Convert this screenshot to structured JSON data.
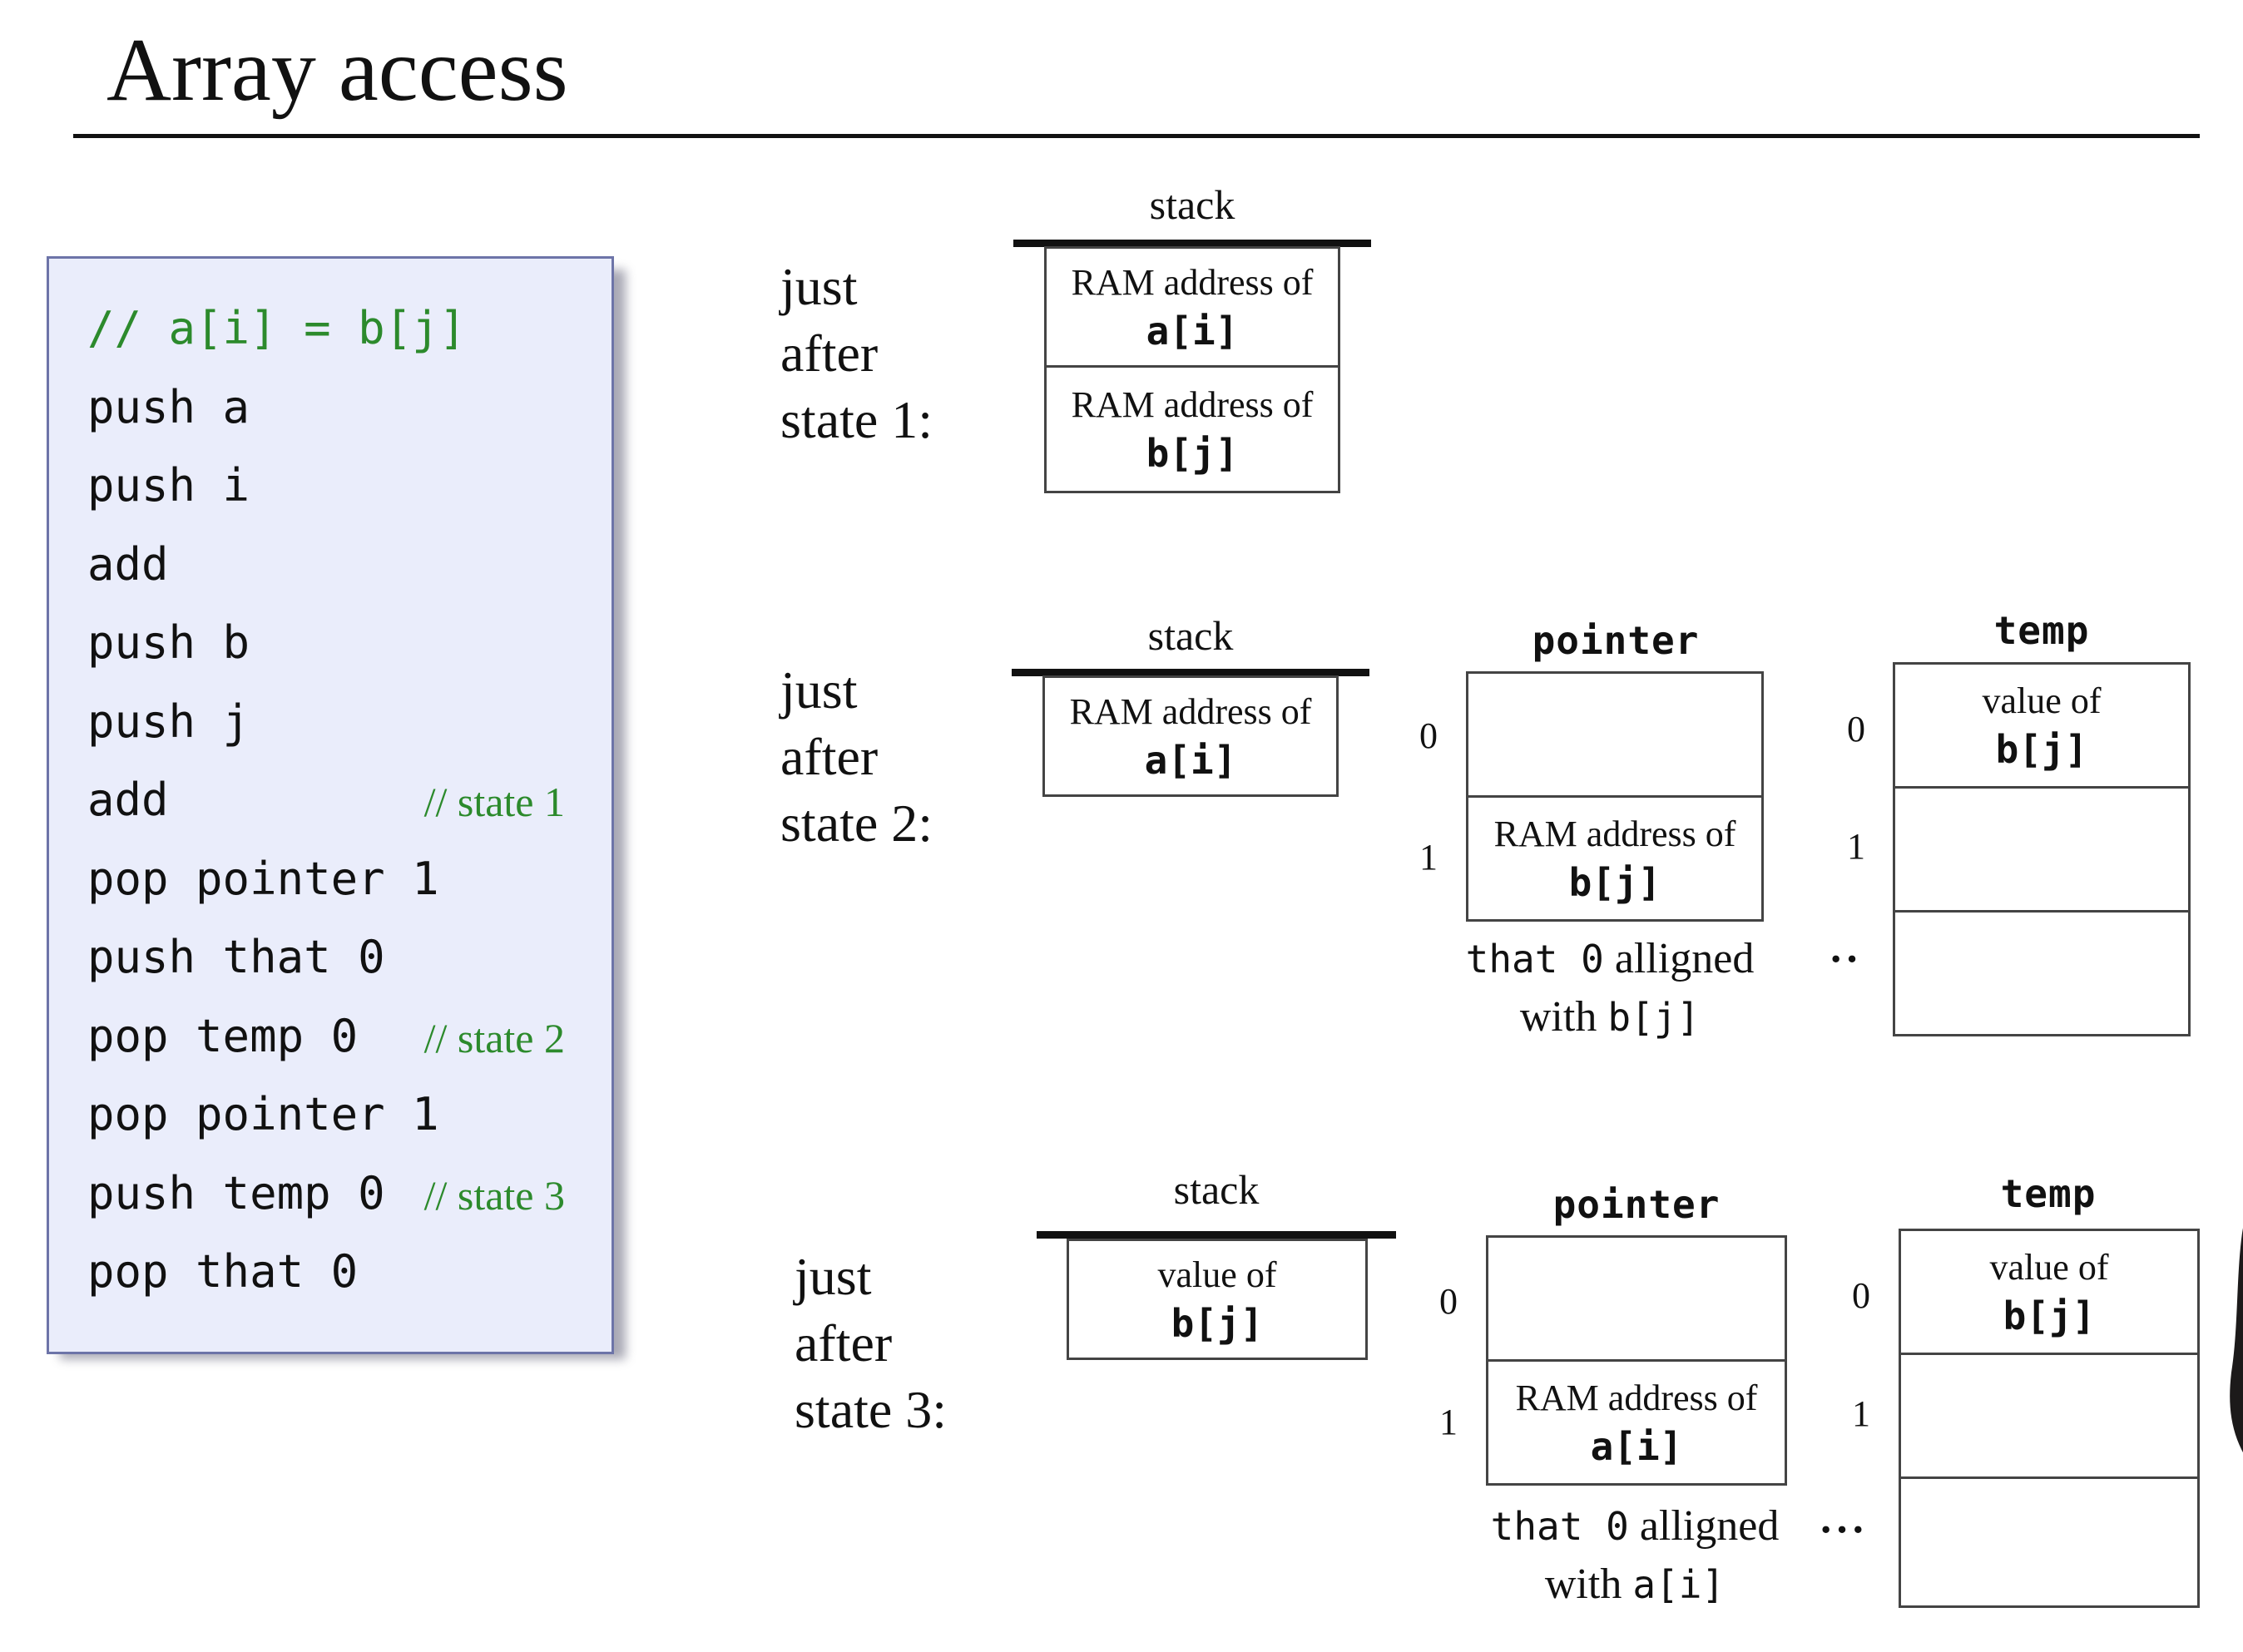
{
  "title": "Array access",
  "code": {
    "lines": [
      {
        "text": "// a[i] = b[j]",
        "comment": true,
        "note": ""
      },
      {
        "text": "push a",
        "comment": false,
        "note": ""
      },
      {
        "text": "push i",
        "comment": false,
        "note": ""
      },
      {
        "text": "add",
        "comment": false,
        "note": ""
      },
      {
        "text": "push b",
        "comment": false,
        "note": ""
      },
      {
        "text": "push j",
        "comment": false,
        "note": ""
      },
      {
        "text": "add",
        "comment": false,
        "note": "// state 1"
      },
      {
        "text": "pop pointer 1",
        "comment": false,
        "note": ""
      },
      {
        "text": "push that 0",
        "comment": false,
        "note": ""
      },
      {
        "text": "pop temp 0",
        "comment": false,
        "note": "// state 2"
      },
      {
        "text": "pop pointer 1",
        "comment": false,
        "note": ""
      },
      {
        "text": "push temp 0",
        "comment": false,
        "note": "// state 3"
      },
      {
        "text": "pop that 0",
        "comment": false,
        "note": ""
      }
    ]
  },
  "states": {
    "s1": {
      "label": [
        "just",
        "after",
        "state 1:"
      ],
      "stack_title": "stack",
      "stack": [
        {
          "line1": "RAM address of",
          "line2": "a[i]"
        },
        {
          "line1": "RAM address of",
          "line2": "b[j]"
        }
      ]
    },
    "s2": {
      "label": [
        "just",
        "after",
        "state 2:"
      ],
      "stack_title": "stack",
      "stack": [
        {
          "line1": "RAM address of",
          "line2": "a[i]"
        }
      ],
      "pointer_title": "pointer",
      "pointer": [
        {
          "index": "0",
          "line1": "",
          "line2": ""
        },
        {
          "index": "1",
          "line1": "RAM address of",
          "line2": "b[j]"
        }
      ],
      "pointer_caption": {
        "code1": "that 0",
        "text1": " alligned",
        "text2": "with ",
        "code2": "b[j]"
      },
      "temp_title": "temp",
      "temp": [
        {
          "index": "0",
          "line1": "value of",
          "line2": "b[j]"
        },
        {
          "index": "1",
          "line1": "",
          "line2": ""
        },
        {
          "index": "",
          "line1": "",
          "line2": ""
        }
      ],
      "dots": "··"
    },
    "s3": {
      "label": [
        "just",
        "after",
        "state 3:"
      ],
      "stack_title": "stack",
      "stack": [
        {
          "line1": "value of",
          "line2": "b[j]"
        }
      ],
      "pointer_title": "pointer",
      "pointer": [
        {
          "index": "0",
          "line1": "",
          "line2": ""
        },
        {
          "index": "1",
          "line1": "RAM address of",
          "line2": "a[i]"
        }
      ],
      "pointer_caption": {
        "code1": "that 0",
        "text1": " alligned",
        "text2": "with ",
        "code2": "a[i]"
      },
      "temp_title": "temp",
      "temp": [
        {
          "index": "0",
          "line1": "value of",
          "line2": "b[j]"
        },
        {
          "index": "1",
          "line1": "",
          "line2": ""
        },
        {
          "index": "",
          "line1": "",
          "line2": ""
        }
      ],
      "dots": "···"
    }
  }
}
